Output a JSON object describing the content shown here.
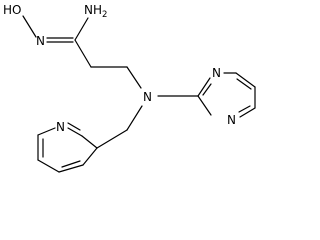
{
  "molecule": {
    "labels": {
      "hydroxyl": "HO",
      "oxime_n": "N",
      "amine_n": "NH",
      "amine_sub": "2",
      "tertiary_n": "N",
      "pyridine_n": "N",
      "pyrimidine_n_top": "N",
      "pyrimidine_n_bottom": "N"
    }
  }
}
